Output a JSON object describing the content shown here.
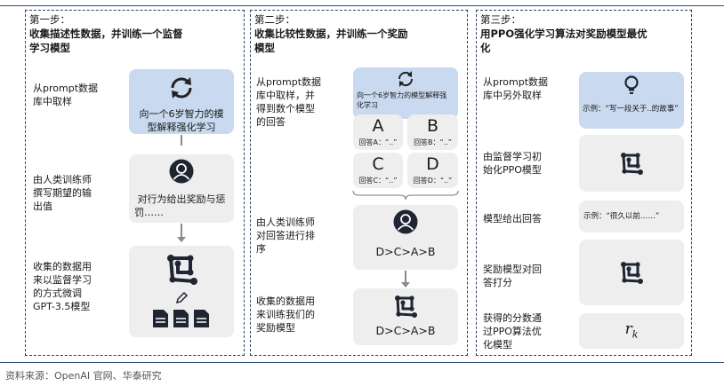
{
  "step1": {
    "header_step": "第一步：",
    "header_title_line1": "收集描述性数据，并训练一个监督",
    "header_title_line2": "学习模型",
    "label1_l1": "从prompt数据",
    "label1_l2": "库中取样",
    "card1_l1": "向一个6岁智力的模",
    "card1_l2": "型解释强化学习",
    "label2_l1": "由人类训练师",
    "label2_l2": "撰写期望的输",
    "label2_l3": "出值",
    "card2_l1": "对行为给出奖励与惩",
    "card2_l2": "罚……",
    "label3_l1": "收集的数据用",
    "label3_l2": "来以监督学习",
    "label3_l3": "的方式微调",
    "label3_l4": "GPT-3.5模型"
  },
  "step2": {
    "header_step": "第二步：",
    "header_title_line1": "收集比较性数据，并训练一个奖励",
    "header_title_line2": "模型",
    "label1_l1": "从prompt数据",
    "label1_l2": "库中取样，并",
    "label1_l3": "得到数个模型",
    "label1_l4": "的回答",
    "card1_l1": "向一个6岁智力的模型解释强",
    "card1_l2": "化学习",
    "opt_a": "A",
    "opt_b": "B",
    "opt_c": "C",
    "opt_d": "D",
    "ans_a": "回答A：“..”",
    "ans_b": "回答B：“..”",
    "ans_c": "回答C：“..”",
    "ans_d": "回答D：“..”",
    "label2_l1": "由人类训练师",
    "label2_l2": "对回答进行排",
    "label2_l3": "序",
    "ranking": "D>C>A>B",
    "label3_l1": "收集的数据用",
    "label3_l2": "来训练我们的",
    "label3_l3": "奖励模型",
    "ranking2": "D>C>A>B"
  },
  "step3": {
    "header_step": "第三步：",
    "header_title_line1": "用PPO强化学习算法对奖励模型最优",
    "header_title_line2": "化",
    "label1_l1": "从prompt数据",
    "label1_l2": "库中另外取样",
    "example1": "示例：“写一段关于..的故事”",
    "label2_l1": "由监督学习初",
    "label2_l2": "始化PPO模型",
    "label3": "模型给出回答",
    "example2": "示例：“很久以前……”",
    "label4_l1": "奖励模型对回",
    "label4_l2": "答打分",
    "label5_l1": "获得的分数通",
    "label5_l2": "过PPO算法优",
    "label5_l3": "化模型",
    "reward": "r",
    "reward_sub": "k"
  },
  "source": "资料来源：OpenAI 官网、华泰研究"
}
